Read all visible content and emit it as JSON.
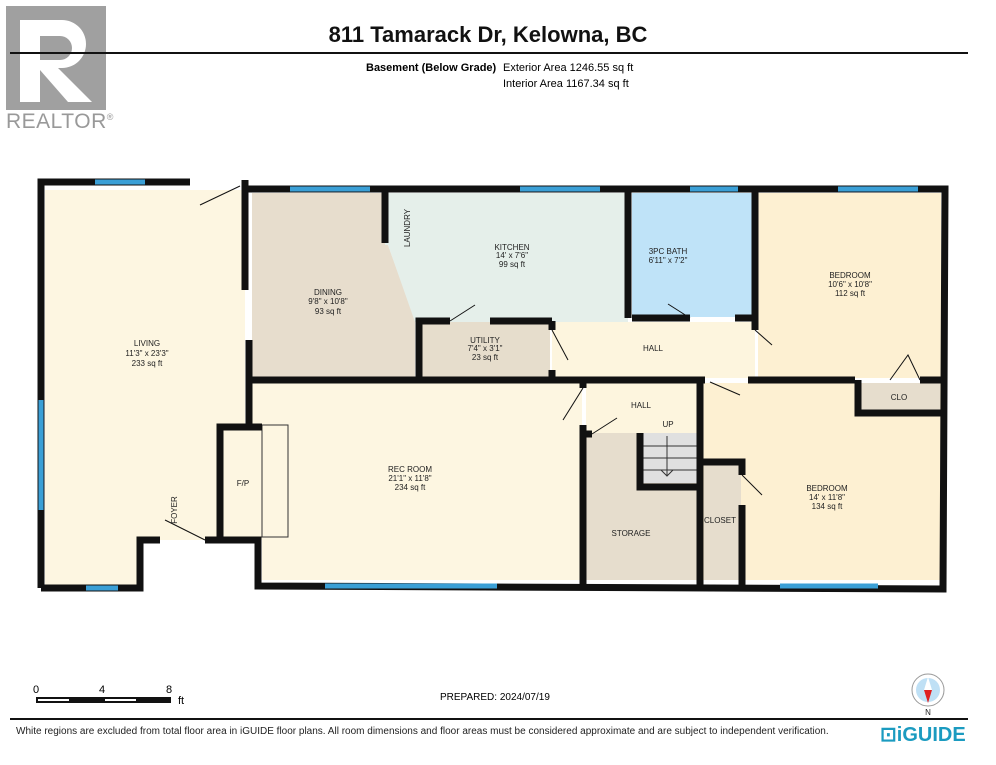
{
  "header": {
    "title": "811 Tamarack Dr, Kelowna, BC",
    "level": "Basement (Below Grade)",
    "exterior_area": "Exterior Area 1246.55 sq ft",
    "interior_area": "Interior Area 1167.34 sq ft"
  },
  "logo": {
    "text": "REALTOR",
    "mark": "®"
  },
  "rooms": {
    "living": {
      "name": "LIVING",
      "dims": "11'3\" x 23'3\"",
      "area": "233 sq ft"
    },
    "dining": {
      "name": "DINING",
      "dims": "9'8\" x 10'8\"",
      "area": "93 sq ft"
    },
    "kitchen": {
      "name": "KITCHEN",
      "dims": "14' x 7'6\"",
      "area": "99 sq ft"
    },
    "laundry": {
      "name": "LAUNDRY"
    },
    "bath": {
      "name": "3PC BATH",
      "dims": "6'11\" x 7'2\""
    },
    "bedroom1": {
      "name": "BEDROOM",
      "dims": "10'6\" x 10'8\"",
      "area": "112 sq ft"
    },
    "utility": {
      "name": "UTILITY",
      "dims": "7'4\" x 3'1\"",
      "area": "23 sq ft"
    },
    "hall1": {
      "name": "HALL"
    },
    "rec": {
      "name": "REC ROOM",
      "dims": "21'1\" x 11'8\"",
      "area": "234 sq ft"
    },
    "hall2": {
      "name": "HALL"
    },
    "stairs": {
      "name": "UP"
    },
    "storage": {
      "name": "STORAGE"
    },
    "closet": {
      "name": "CLOSET"
    },
    "clo": {
      "name": "CLO"
    },
    "bedroom2": {
      "name": "BEDROOM",
      "dims": "14' x 11'8\"",
      "area": "134 sq ft"
    },
    "fp": {
      "name": "F/P"
    },
    "foyer": {
      "name": "FOYER"
    }
  },
  "colors": {
    "wall": "#111111",
    "window": "#3a9fd6",
    "living": "#fdf6e1",
    "dining": "#e7ddcd",
    "kitchen": "#e5efea",
    "bath": "#bfe3f8",
    "bedroom": "#fdf0d2",
    "utility": "#e6ddcc",
    "hall": "#fdf5de",
    "storage": "#e6ddcd",
    "brand": "#1b9bc0"
  },
  "scale": {
    "ticks": [
      "0",
      "4",
      "8"
    ],
    "unit": "ft"
  },
  "footer": {
    "prepared": "PREPARED: 2024/07/19",
    "disclaimer": "White regions are excluded from total floor area in iGUIDE floor plans. All room dimensions and floor areas must be considered approximate and are subject to independent verification.",
    "brand": "iGUIDE",
    "compass": "N"
  }
}
